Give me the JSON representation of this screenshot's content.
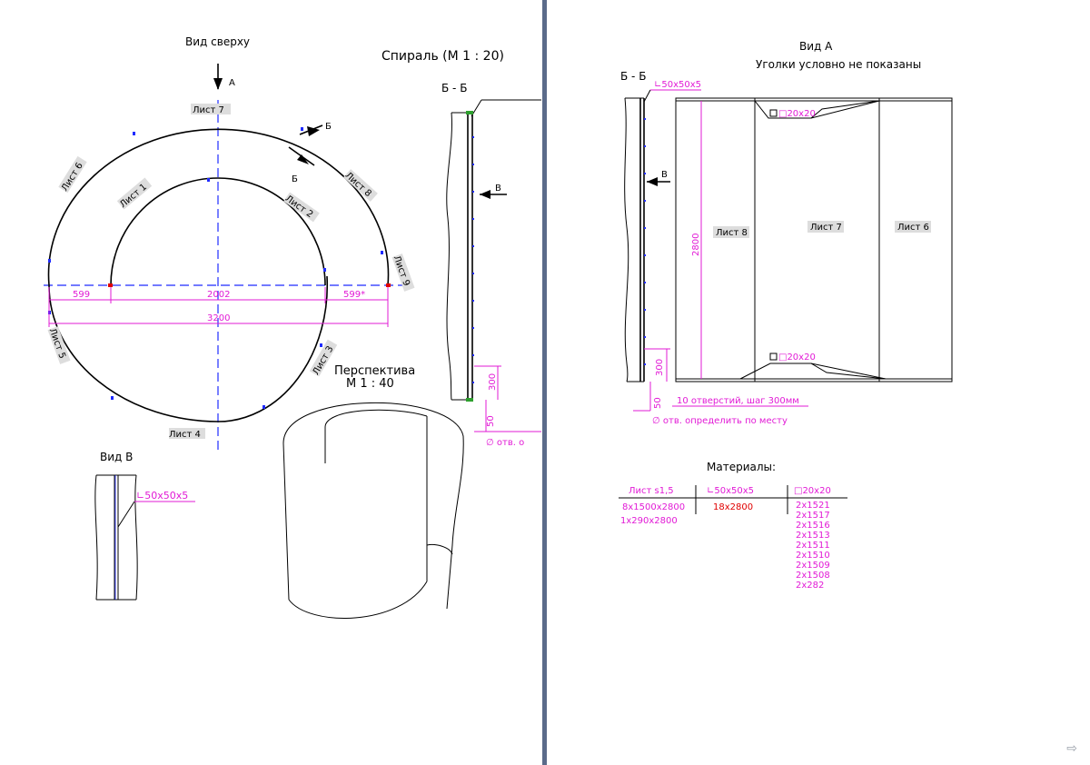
{
  "left": {
    "top_view_title": "Вид сверху",
    "arrow_a": "А",
    "spiral_title": "Спираль (М 1 : 20)",
    "sheet_labels": [
      "Лист 1",
      "Лист 2",
      "Лист 3",
      "Лист 4",
      "Лист 5",
      "Лист 6",
      "Лист 7",
      "Лист 8",
      "Лист 9"
    ],
    "section_b": "Б",
    "dim_599_left": "599",
    "dim_2002": "2002",
    "dim_599_right": "599*",
    "dim_3200": "3200",
    "section_bb_title": "Б - Б",
    "arrow_b": "В",
    "dim_300": "300",
    "dim_50": "50",
    "hole_note_partial": "∅ отв. о",
    "perspective_title": "Перспектива",
    "perspective_scale": "М 1 : 40",
    "view_b_title": "Вид В",
    "view_b_angle": "∟50x50x5"
  },
  "right": {
    "view_a_title": "Вид А",
    "view_a_note": "Уголки условно не показаны",
    "section_bb": "Б - Б",
    "angle_label": "∟50x50x5",
    "square_top": "□20x20",
    "square_bottom": "□20x20",
    "arrow_b": "В",
    "dim_2800": "2800",
    "dim_300": "300",
    "dim_50": "50",
    "sheet_8": "Лист 8",
    "sheet_7": "Лист 7",
    "sheet_6": "Лист 6",
    "holes_note": "10 отверстий, шаг 300мм",
    "holes_place": "∅ отв. определить по месту"
  },
  "materials": {
    "title": "Материалы:",
    "col1_header": "Лист s1,5",
    "col2_header": "∟50x50x5",
    "col3_header": "□20x20",
    "col1_rows": [
      "8x1500x2800",
      "1x290x2800"
    ],
    "col2_rows": [
      "18x2800"
    ],
    "col3_rows": [
      "2x1521",
      "2x1517",
      "2x1516",
      "2x1513",
      "2x1511",
      "2x1510",
      "2x1509",
      "2x1508",
      "2x282"
    ]
  },
  "colors": {
    "dimension": "#e21bd6",
    "axis": "#1f2bff",
    "highlight": "#e00000",
    "divider": "#5b6b8a"
  },
  "nav": {
    "icon": "arrow-right-icon"
  }
}
